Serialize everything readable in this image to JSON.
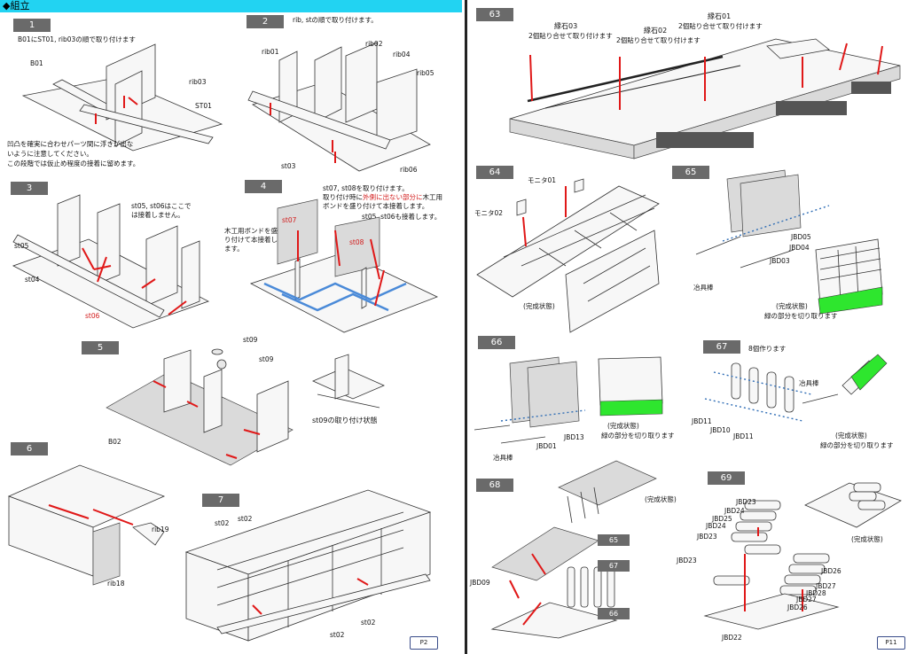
{
  "header": {
    "title": "◆組立"
  },
  "left_page": {
    "page_number": "P2",
    "steps": {
      "s1": {
        "num": "1",
        "note": "B01にST01, rib03の順で取り付けます",
        "labels": {
          "b01": "B01",
          "rib03": "rib03",
          "st01": "ST01"
        },
        "warning": [
          "凹凸を確実に合わせパーツ間に浮きが出な",
          "いように注意してください。",
          "この段階では仮止め程度の接着に留めます。"
        ]
      },
      "s2": {
        "num": "2",
        "note": "rib, stの順で取り付けます。",
        "labels": {
          "rib01": "rib01",
          "rib02": "rib02",
          "rib04": "rib04",
          "rib05": "rib05",
          "st03": "st03",
          "rib06": "rib06"
        }
      },
      "s3": {
        "num": "3",
        "note": [
          "st05, st06はここで",
          "は接着しません。"
        ],
        "labels": {
          "st05": "st05",
          "st04": "st04",
          "st06": "st06"
        }
      },
      "s4": {
        "num": "4",
        "note_black1": "st07, st08を取り付けます。",
        "note_black2": "取り付け時に",
        "note_red": "外側に出ない部分に",
        "note_black3": "木工用",
        "note_black4": "ボンドを盛り付けて本接着します。",
        "note_black5": "st05, st06も接着します。",
        "bond_note": [
          "木工用ボンドを盛",
          "り付けて本接着し",
          "ます。"
        ],
        "labels": {
          "st07": "st07",
          "st08": "st08"
        }
      },
      "s5": {
        "num": "5",
        "labels": {
          "st09a": "st09",
          "st09b": "st09",
          "b02": "B02"
        },
        "caption": "st09の取り付け状態"
      },
      "s6": {
        "num": "6",
        "labels": {
          "rib19": "rib19",
          "rib18": "rib18"
        }
      },
      "s7": {
        "num": "7",
        "labels": {
          "st02a": "st02",
          "st02b": "st02",
          "st02c": "st02",
          "st02d": "st02"
        }
      }
    }
  },
  "right_page": {
    "page_number": "P11",
    "steps": {
      "s63": {
        "num": "63",
        "labels": {
          "e03": "縁石03",
          "e03n": "2個貼り合せて取り付けます",
          "e02": "縁石02",
          "e02n": "2個貼り合せて取り付けます",
          "e01": "縁石01",
          "e01n": "2個貼り合せて取り付けます"
        }
      },
      "s64": {
        "num": "64",
        "labels": {
          "m01": "モニタ01",
          "m02": "モニタ02",
          "done": "(完成状態)"
        }
      },
      "s65": {
        "num": "65",
        "labels": {
          "jbd05": "JBD05",
          "jbd04": "JBD04",
          "jbd03": "JBD03",
          "jig": "冶具棒",
          "done": "(完成状態)",
          "cut": "緑の部分を切り取ります"
        }
      },
      "s66": {
        "num": "66",
        "labels": {
          "jig": "冶具棒",
          "jbd01": "JBD01",
          "jbd13": "JBD13",
          "done": "(完成状態)",
          "cut": "緑の部分を切り取ります"
        }
      },
      "s67": {
        "num": "67",
        "note": "8個作ります",
        "labels": {
          "jig": "冶具棒",
          "jbd11a": "JBD11",
          "jbd10": "JBD10",
          "jbd11b": "JBD11",
          "done": "(完成状態)",
          "cut": "緑の部分を切り取ります"
        }
      },
      "s68": {
        "num": "68",
        "labels": {
          "done": "(完成状態)",
          "r65": "65",
          "r67": "67",
          "r66": "66",
          "jbd09": "JBD09"
        }
      },
      "s69": {
        "num": "69",
        "labels": {
          "jbd23a": "JBD23",
          "jbd24a": "JBD24",
          "jbd25": "JBD25",
          "jbd24b": "JBD24",
          "jbd23b": "JBD23",
          "jbd23c": "JBD23",
          "jbd26a": "JBD26",
          "jbd27a": "JBD27",
          "jbd28": "JBD28",
          "jbd27b": "JBD27",
          "jbd26b": "JBD26",
          "jbd22": "JBD22",
          "done": "(完成状態)"
        }
      }
    }
  },
  "colors": {
    "header": "#22d3f2",
    "step_badge": "#6a6a6a",
    "arrow": "#e01818",
    "accent_green": "#2ee62e",
    "guide_blue": "#2f6db5"
  }
}
